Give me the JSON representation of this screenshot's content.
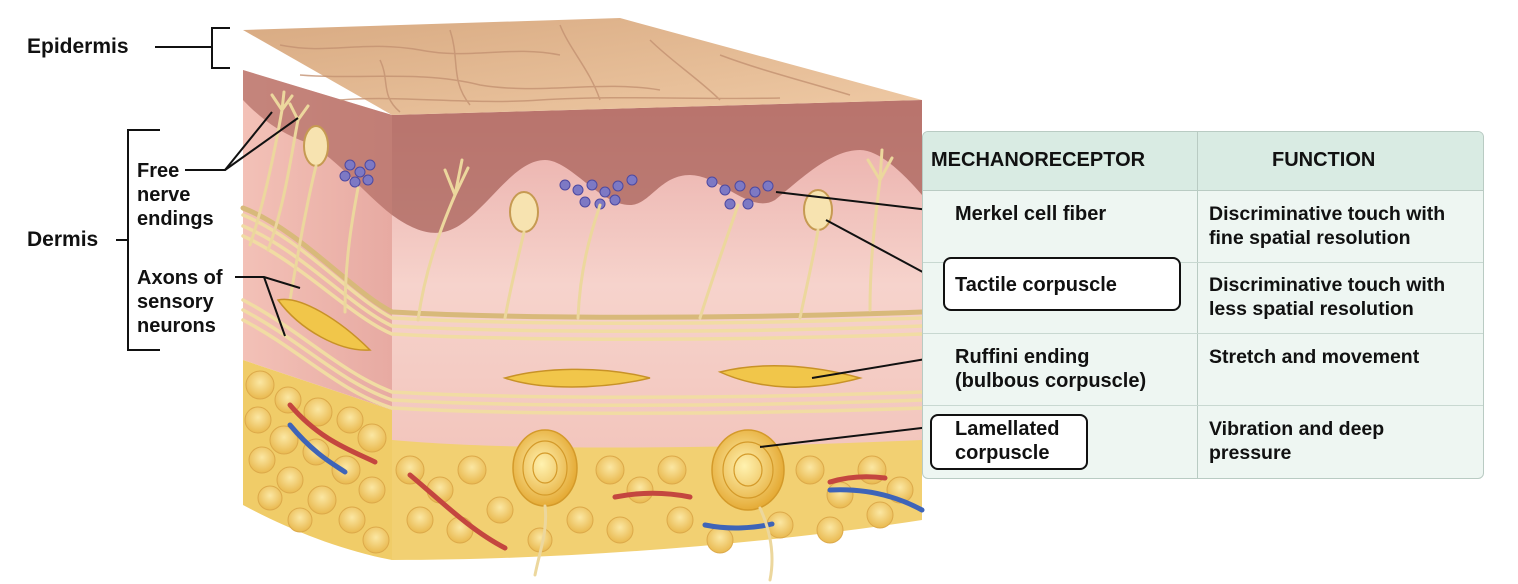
{
  "labels": {
    "epidermis": "Epidermis",
    "dermis": "Dermis",
    "free_nerve_endings": "Free\nnerve\nendings",
    "axons": "Axons of\nsensory\nneurons"
  },
  "table": {
    "headers": {
      "receptor": "MECHANORECEPTOR",
      "function": "FUNCTION"
    },
    "rows": [
      {
        "receptor": "Merkel cell fiber",
        "function": "Discriminative touch with\nfine spatial resolution",
        "boxed": false
      },
      {
        "receptor": "Tactile corpuscle",
        "function": "Discriminative touch with\nless spatial resolution",
        "boxed": true
      },
      {
        "receptor": "Ruffini ending\n(bulbous corpuscle)",
        "function": "Stretch and movement",
        "boxed": false
      },
      {
        "receptor": "Lamellated\ncorpuscle",
        "function": "Vibration and deep\npressure",
        "boxed": true
      }
    ]
  },
  "colors": {
    "epidermis": "#e8c4a0",
    "dermis": "#f3c9c3",
    "fat": "#f1cf6e",
    "nerve": "#f1dca3",
    "merkel": "#7d79c4",
    "artery": "#c4463f",
    "vein": "#3e64b8",
    "table_header": "#d9ebe3",
    "table_body": "#eef6f2"
  }
}
